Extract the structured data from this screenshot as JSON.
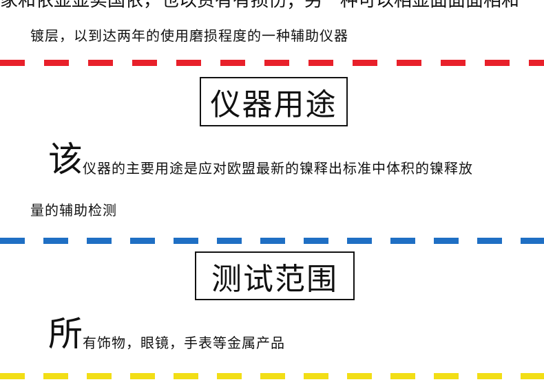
{
  "intro": {
    "cut_line": "家和依显显实国依，也以资有有损伤；另一种可以相显面面面相和",
    "line2": "镀层，以到达两年的使用磨损程度的一种辅助仪器"
  },
  "section_purpose": {
    "heading": "仪器用途",
    "lead_char": "该",
    "line1": "仪器的主要用途是应对欧盟最新的镍释出标准中体积的镍释放",
    "line2": "量的辅助检测"
  },
  "section_range": {
    "heading": "测试范围",
    "lead_char": "所",
    "line1": "有饰物，眼镜，手表等金属产品"
  },
  "colors": {
    "divider_red": "#e8202a",
    "divider_blue": "#1f6fc4",
    "divider_yellow": "#f2de16"
  }
}
